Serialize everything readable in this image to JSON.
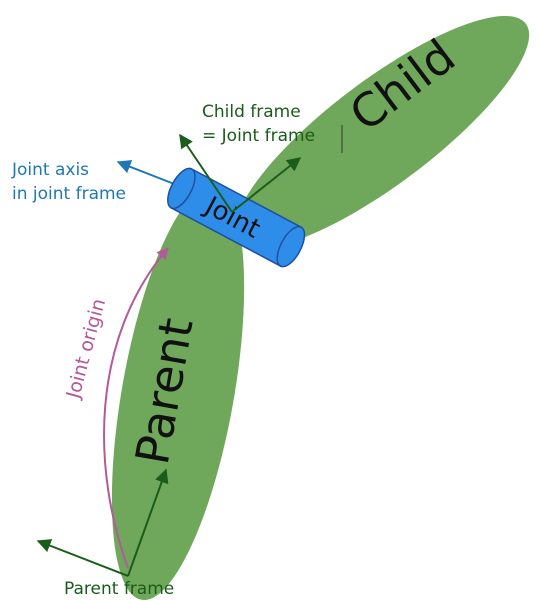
{
  "links": {
    "parent": "Parent",
    "child": "Child"
  },
  "joint": {
    "label": "Joint"
  },
  "annotations": {
    "joint_axis_line1": "Joint axis",
    "joint_axis_line2": "in joint frame",
    "child_frame_line1": "Child frame",
    "child_frame_line2": "= Joint frame",
    "joint_origin": "Joint origin",
    "parent_frame": "Parent frame"
  },
  "colors": {
    "link_fill": "#6fa85a",
    "joint_fill": "#2e8de8",
    "joint_stroke": "#1f4fa0",
    "frame_arrow": "#1a5c1a",
    "axis_arrow": "#1f78b4",
    "origin_arrow": "#b45a9b"
  }
}
